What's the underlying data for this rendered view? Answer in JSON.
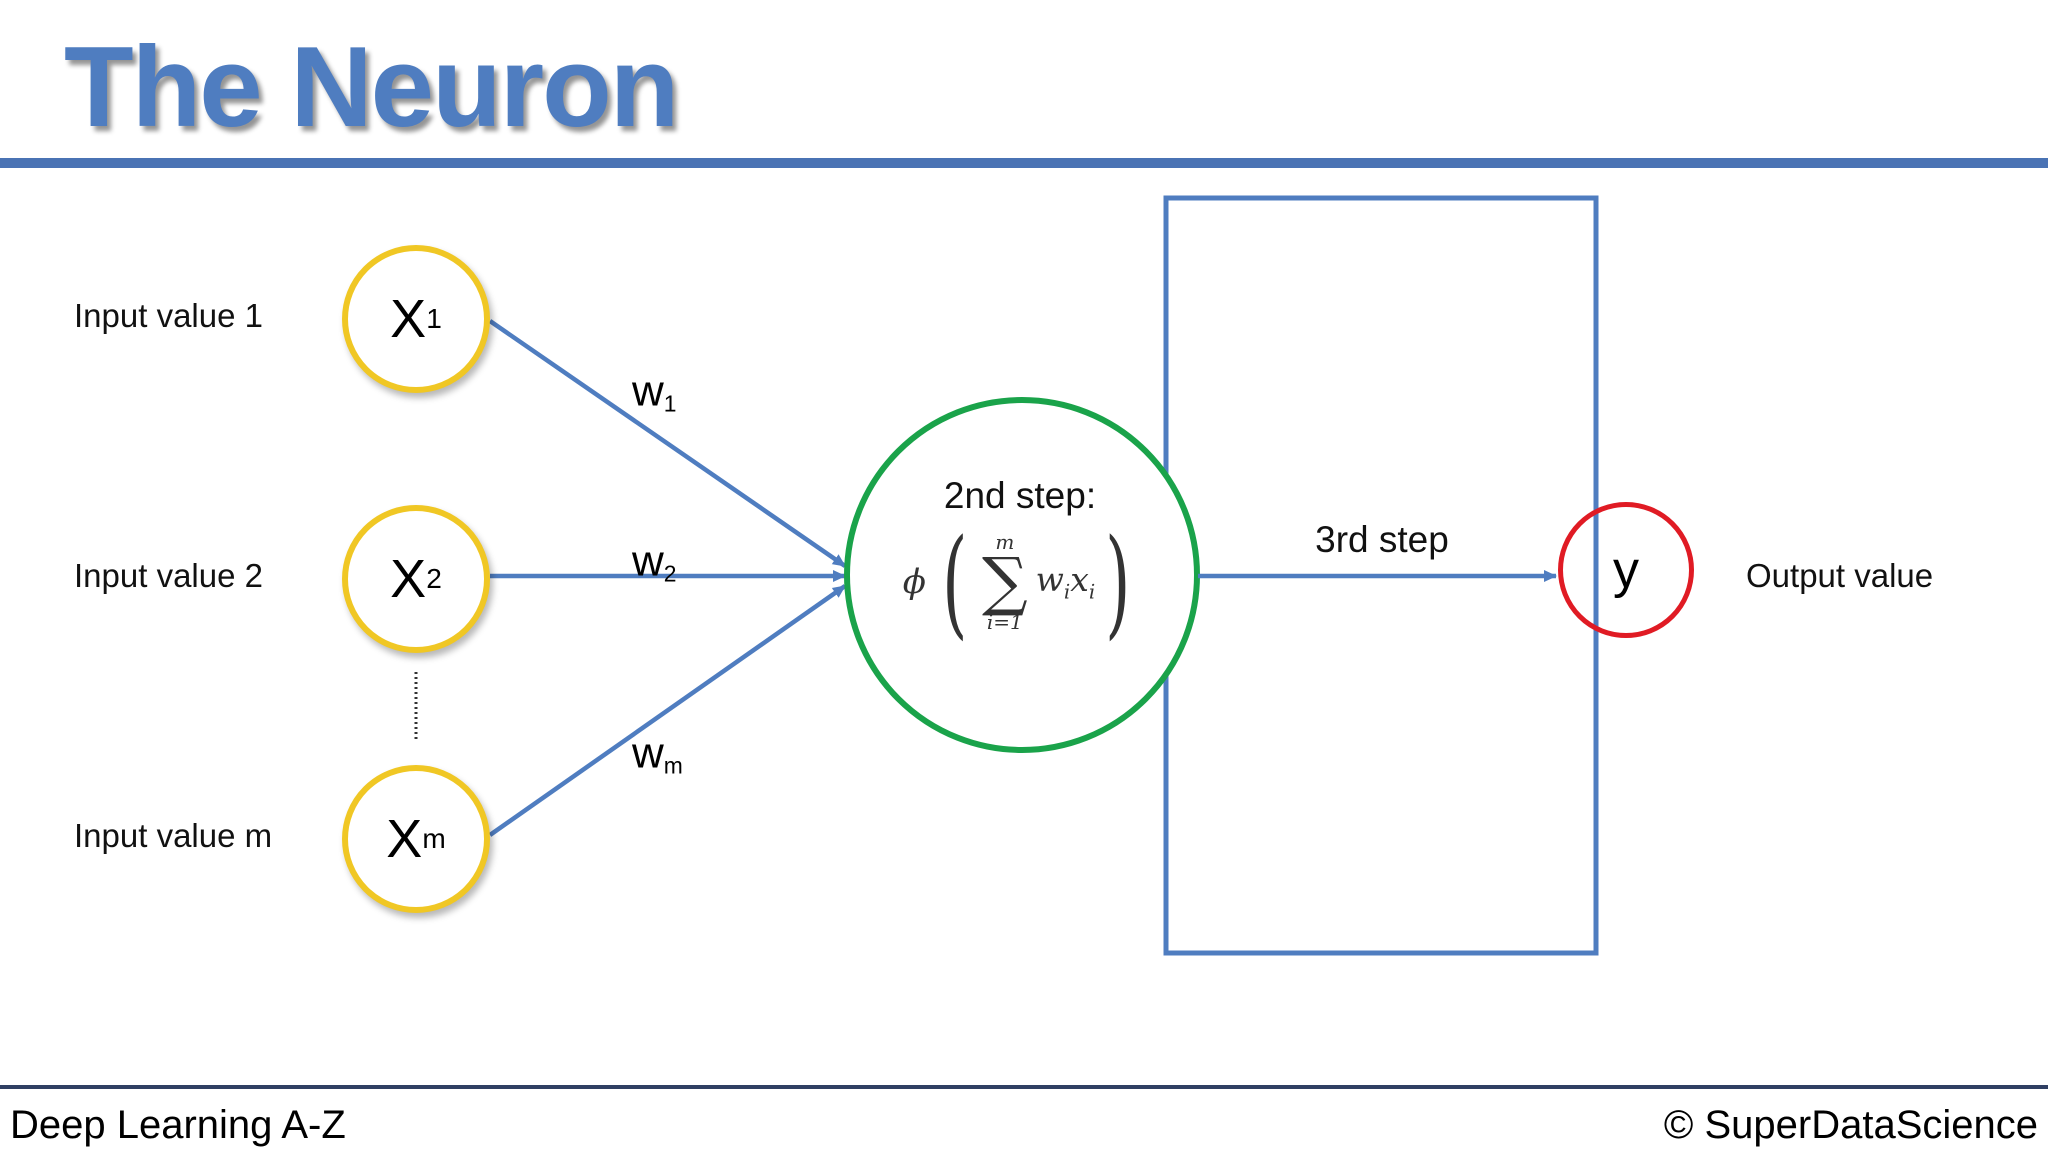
{
  "slide": {
    "title": "The Neuron",
    "footer_left": "Deep Learning A-Z",
    "footer_right": "© SuperDataScience"
  },
  "inputs": [
    {
      "label": "Input value 1",
      "symbol": "X",
      "subscript": "1",
      "weight": "w",
      "weight_subscript": "1"
    },
    {
      "label": "Input value 2",
      "symbol": "X",
      "subscript": "2",
      "weight": "w",
      "weight_subscript": "2"
    },
    {
      "label": "Input value m",
      "symbol": "X",
      "subscript": "m",
      "weight": "w",
      "weight_subscript": "m"
    }
  ],
  "neuron": {
    "step_label": "2nd step:",
    "formula": {
      "function": "ϕ",
      "sum_upper": "m",
      "sum_symbol": "∑",
      "sum_lower": "i=1",
      "term": "w",
      "term_sub_1": "i",
      "term_var": "x",
      "term_sub_2": "i"
    }
  },
  "activation": {
    "step_label": "3rd step"
  },
  "output": {
    "symbol": "y",
    "label": "Output value"
  },
  "colors": {
    "title": "#4f7dc0",
    "rule": "#4a73b4",
    "connection": "#4f7dc0",
    "input_node_border": "#f0c724",
    "neuron_border": "#1aa34a",
    "output_node_border": "#e01b24",
    "step_box": "#4f7dc0"
  }
}
